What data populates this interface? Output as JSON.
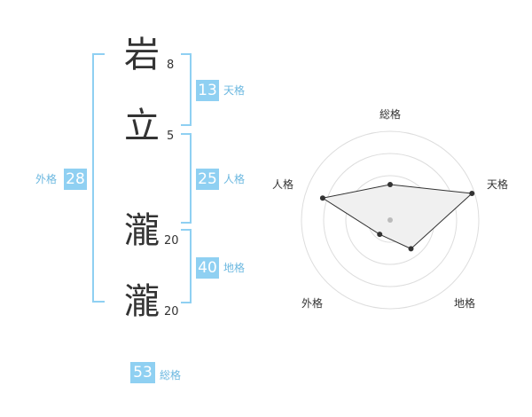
{
  "name": {
    "chars": [
      {
        "char": "岩",
        "strokes": "8"
      },
      {
        "char": "立",
        "strokes": "5"
      },
      {
        "char": "瀧",
        "strokes": "20"
      },
      {
        "char": "瀧",
        "strokes": "20"
      }
    ]
  },
  "kakusu": {
    "tenkaku": {
      "value": "13",
      "label": "天格"
    },
    "jinkaku": {
      "value": "25",
      "label": "人格"
    },
    "chikaku": {
      "value": "40",
      "label": "地格"
    },
    "gaikaku": {
      "value": "28",
      "label": "外格"
    },
    "soukaku": {
      "value": "53",
      "label": "総格"
    }
  },
  "radar": {
    "labels": {
      "top": "総格",
      "right": "天格",
      "bottom_right": "地格",
      "bottom_left": "外格",
      "left": "人格"
    },
    "ring_count": 4,
    "values": {
      "総格": 0.4,
      "天格": 0.97,
      "地格": 0.4,
      "外格": 0.2,
      "人格": 0.8
    }
  },
  "colors": {
    "accent": "#8fd0f2",
    "accent_text": "#6cb8e0",
    "polygon_fill": "#f0f0f0"
  }
}
